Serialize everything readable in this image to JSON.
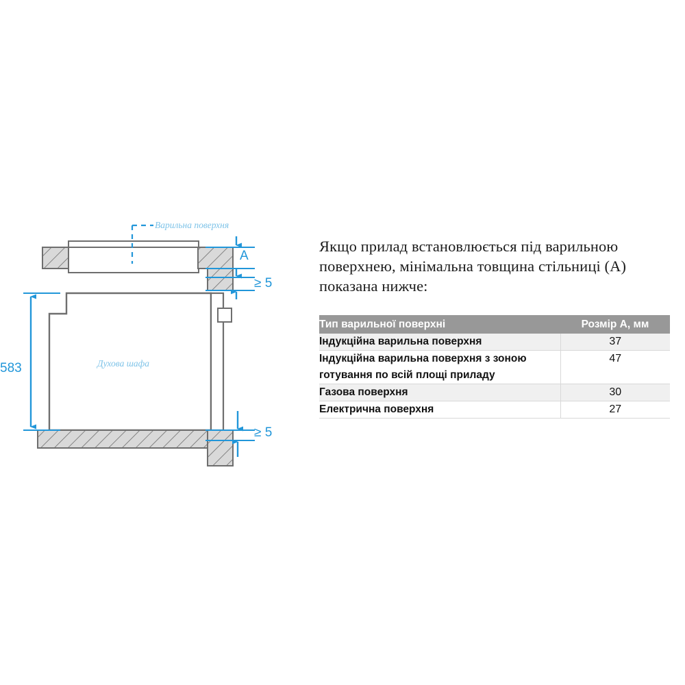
{
  "diagram": {
    "labels": {
      "cooktop": "Варильна поверхня",
      "oven": "Духова шафа",
      "height_dim": "583",
      "thickness_dim": "A",
      "gap_top": "≥ 5",
      "gap_bottom": "≥ 5"
    },
    "colors": {
      "dimension_blue": "#2196d9",
      "label_blue": "#7ec3e8",
      "outline_gray": "#6e6e6e",
      "hatch_fill": "#d9d9d9"
    }
  },
  "info": {
    "intro": "Якщо прилад встановлюється під варильною поверхнею, мінімальна товщина стільниці (A) показана нижче:"
  },
  "table": {
    "headers": {
      "type": "Тип варильної поверхні",
      "size": "Розмір A, мм"
    },
    "rows": [
      {
        "type": "Індукційна варильна поверхня",
        "size": "37"
      },
      {
        "type": "Індукційна варильна поверхня з зоною готування по всій площі приладу",
        "size": "47"
      },
      {
        "type": "Газова поверхня",
        "size": "30"
      },
      {
        "type": "Електрична поверхня",
        "size": "27"
      }
    ]
  }
}
